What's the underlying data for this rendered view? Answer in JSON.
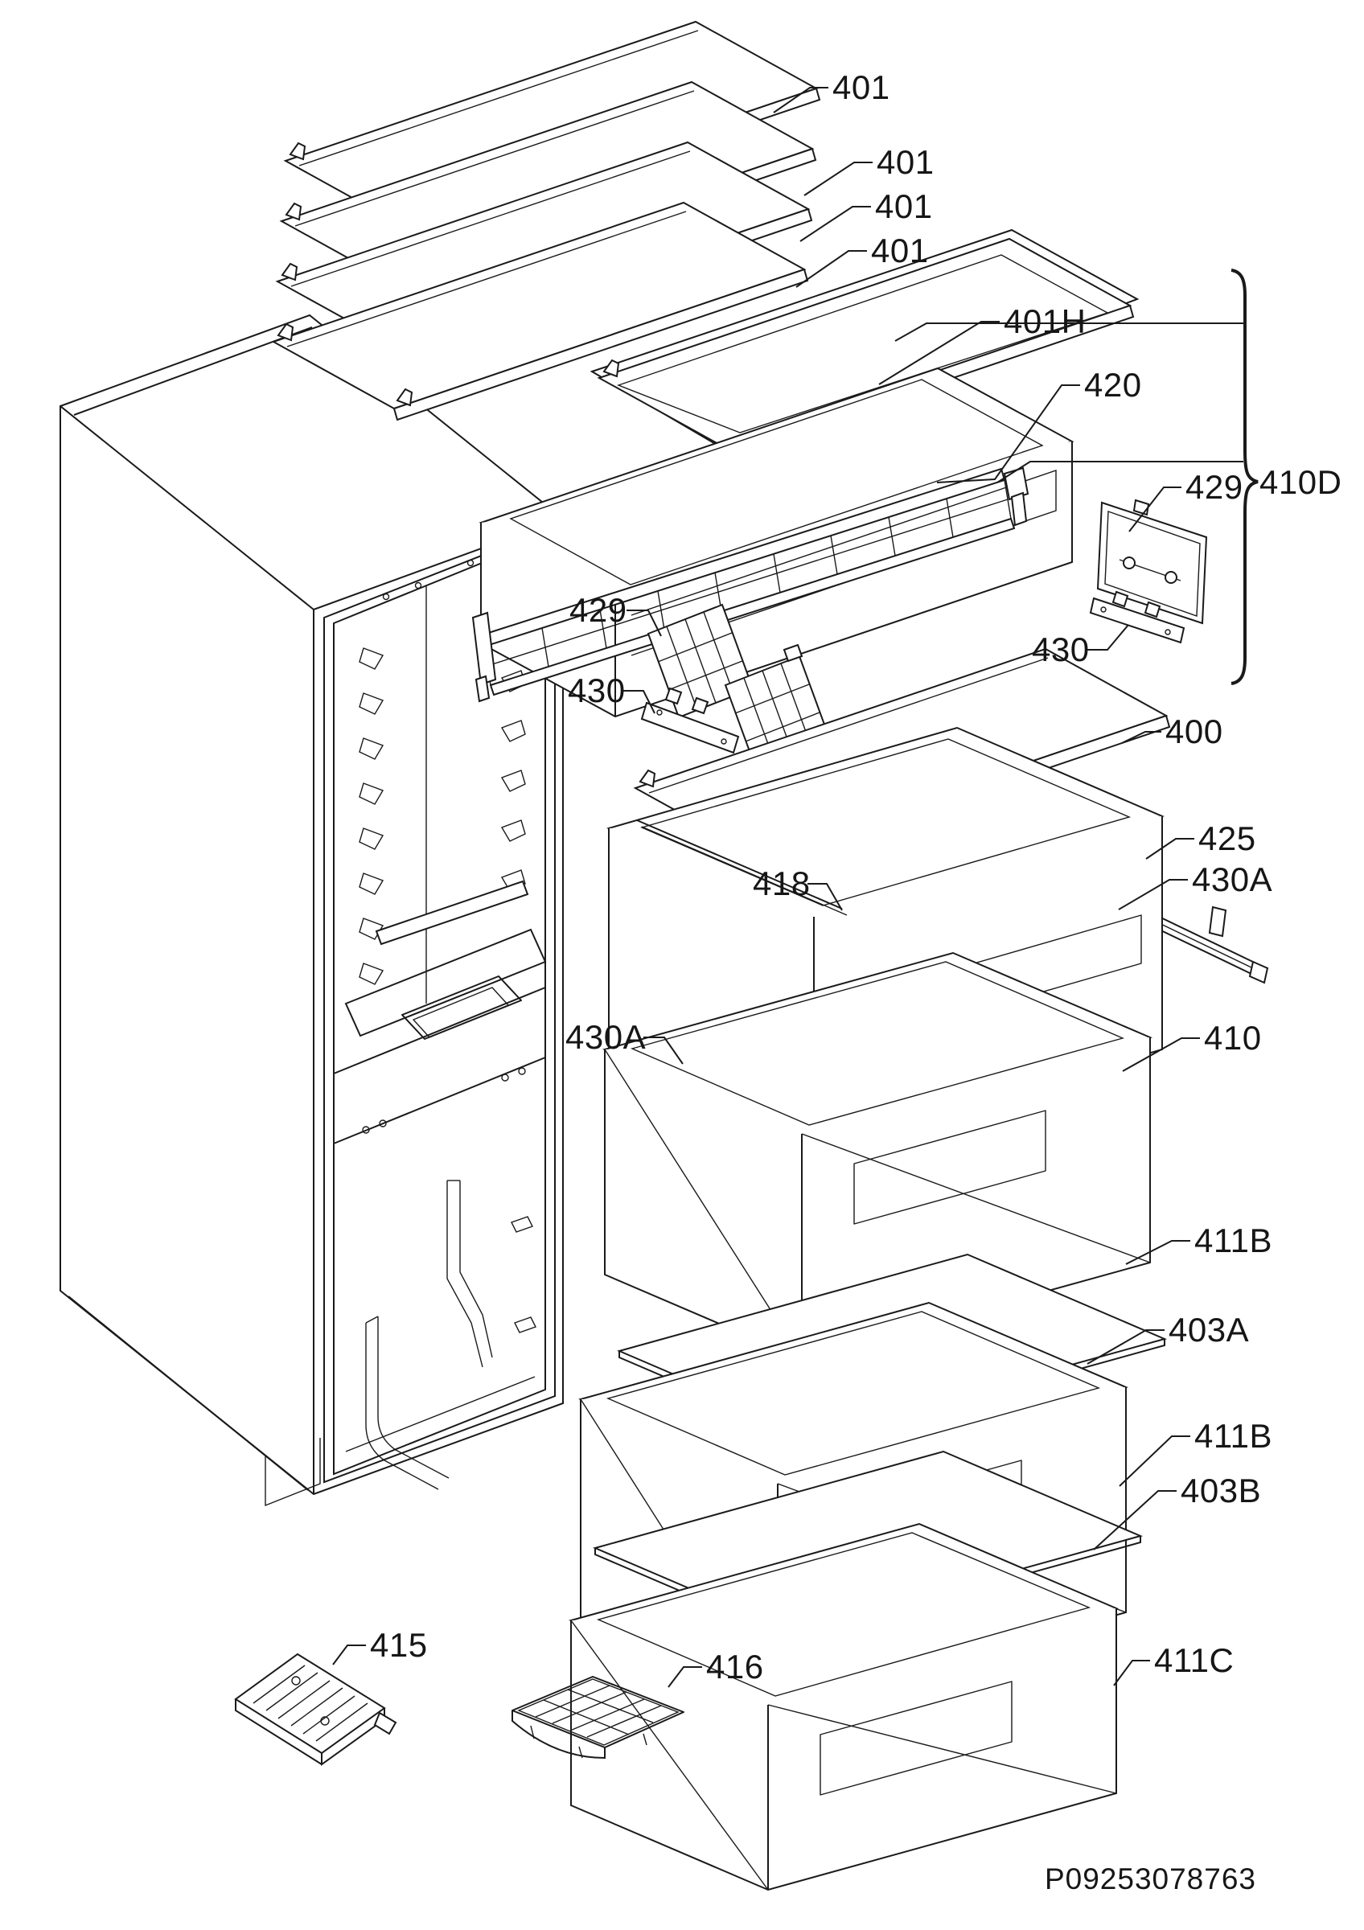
{
  "page": {
    "background": "#ffffff",
    "line_color": "#1a1a1a"
  },
  "diagram": {
    "type": "exploded-parts-diagram",
    "subject": "fridge-freezer cabinet with shelves and drawers",
    "part_number": "P09253078763",
    "callouts": {
      "l401_1": {
        "text": "401"
      },
      "l401_2": {
        "text": "401"
      },
      "l401_3": {
        "text": "401"
      },
      "l401_4": {
        "text": "401"
      },
      "l401h": {
        "text": "401H"
      },
      "l420": {
        "text": "420"
      },
      "l429r": {
        "text": "429"
      },
      "l410d": {
        "text": "410D"
      },
      "l429l": {
        "text": "429"
      },
      "l430l": {
        "text": "430"
      },
      "l430r": {
        "text": "430"
      },
      "l400": {
        "text": "400"
      },
      "l425": {
        "text": "425"
      },
      "l430ar": {
        "text": "430A"
      },
      "l418": {
        "text": "418"
      },
      "l430al": {
        "text": "430A"
      },
      "l410": {
        "text": "410"
      },
      "l411b1": {
        "text": "411B"
      },
      "l403a": {
        "text": "403A"
      },
      "l411b2": {
        "text": "411B"
      },
      "l403b": {
        "text": "403B"
      },
      "l411c": {
        "text": "411C"
      },
      "l415": {
        "text": "415"
      },
      "l416": {
        "text": "416"
      }
    }
  }
}
